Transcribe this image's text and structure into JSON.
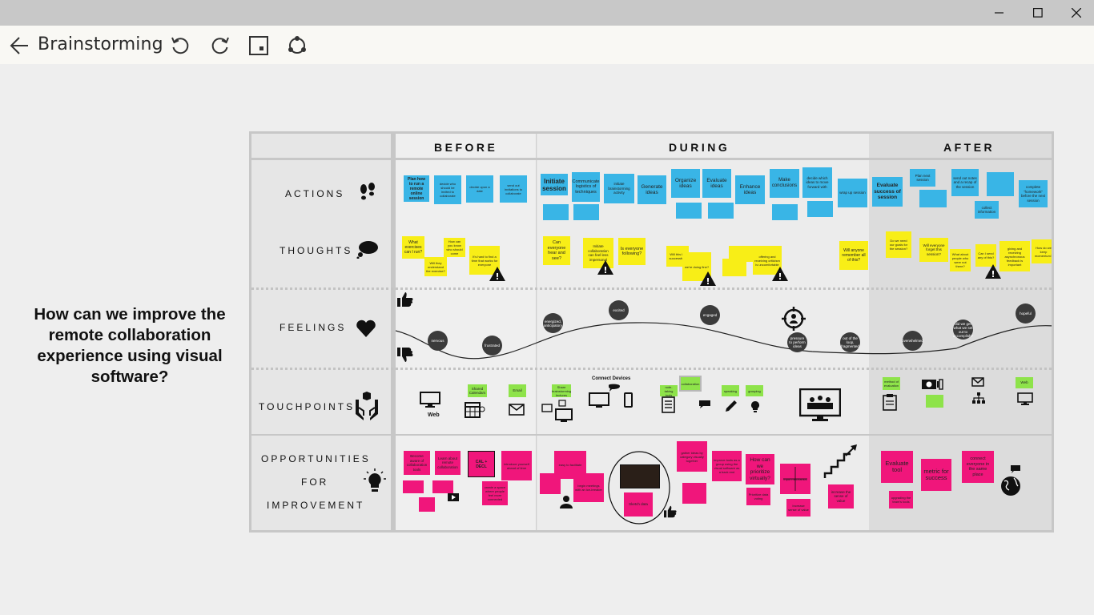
{
  "window": {
    "minimize_icon": "minimize-icon",
    "maximize_icon": "maximize-icon",
    "close_icon": "close-icon"
  },
  "toolbar": {
    "title": "Brainstorming",
    "icons": [
      "back-arrow-icon",
      "undo-icon",
      "redo-icon",
      "crop-icon",
      "share-icon"
    ]
  },
  "question": "How can we improve the remote collaboration experience using visual software?",
  "board": {
    "phases": [
      "BEFORE",
      "DURING",
      "AFTER"
    ],
    "rows": [
      "ACTIONS",
      "THOUGHTS",
      "FEELINGS",
      "TOUCHPOINTS",
      "OPPORTUNITIES",
      "FOR",
      "IMPROVEMENT"
    ],
    "actions": {
      "before": [
        "Plan how to run a remote online session",
        "decide who should be invited to collaborate",
        "decide upon a date",
        "send out invitations to collaborate"
      ],
      "during": [
        "Initiate session",
        "Communicate logistics of techniques",
        "initiate brainstorming activity",
        "Generate ideas",
        "Organize ideas",
        "Evaluate ideas",
        "Enhance ideas",
        "Make conclusions",
        "decide which ideas to move forward with",
        "wrap up session"
      ],
      "after": [
        "Evaluate success of session",
        "Plan next session",
        "send out notes and a recap of the session",
        "collect information",
        "complete \"homework\" before the next session"
      ]
    },
    "thoughts": {
      "before": [
        "What exercises can I run?",
        "How can you know who should come",
        "Will they understand the exercise?",
        "It's hard to find a time that works for everyone"
      ],
      "during": [
        "Can everyone hear and see?",
        "Initiate collaboration can feel less impersonal",
        "Is everyone following?",
        "Will this be successful?",
        "we're doing fine?",
        "offering and receiving criticism is uncomfortable",
        "Will anyone remember all of this?"
      ],
      "after": [
        "Do we need our goals for the session?",
        "Will everyone forget this session?",
        "What about people who were not there?",
        "Can I send any of this?",
        "giving and receiving asynchronous feedback is important",
        "How do we keep momentum?"
      ]
    },
    "feelings": [
      "nervous",
      "frustrated",
      "energized, anticipatory",
      "excited",
      "engaged",
      "pressure to perform ideas",
      "out of the loop, fragmented",
      "overwhelmed",
      "did we get what we set out to accomplish?",
      "hopeful"
    ],
    "touchpoints": {
      "before": [
        "Shared Calendars",
        "Email",
        "Web"
      ],
      "during": [
        "Share brainstorming lectures",
        "Connect Devices",
        "note-taking tools",
        "collaboration",
        "speaking",
        "grouping"
      ],
      "after": [
        "method of evaluation",
        "Web"
      ]
    },
    "opportunities": {
      "before": [
        "Become aware of collaboration tools",
        "Learn about remote collaboration",
        "CAL + DECL",
        "introduce yourself ahead of time",
        "create a space where people feel more connected"
      ],
      "during": [
        "easy to facilitate",
        "begin meetings with an ice-breaker",
        "Sketch data",
        "gather ideas by category visually together",
        "improve tools as a group using the visual software as a back end",
        "How can we prioritize virtually?",
        "Prioritize data voting",
        "Input mechanics",
        "increase the sense of value",
        "Increase sense of value"
      ],
      "after": [
        "Evaluate tool",
        "metric for success",
        "connect everyone in the same place",
        "upgrading the team's tools"
      ]
    }
  },
  "colors": {
    "sticky_blue": "#39b5e6",
    "sticky_yellow": "#f8ee17",
    "sticky_green": "#8ee34a",
    "sticky_pink": "#f0167b",
    "title_bar": "#c8c8c8",
    "toolbar_bg": "#f9f8f4",
    "canvas_bg": "#eeeeee"
  }
}
